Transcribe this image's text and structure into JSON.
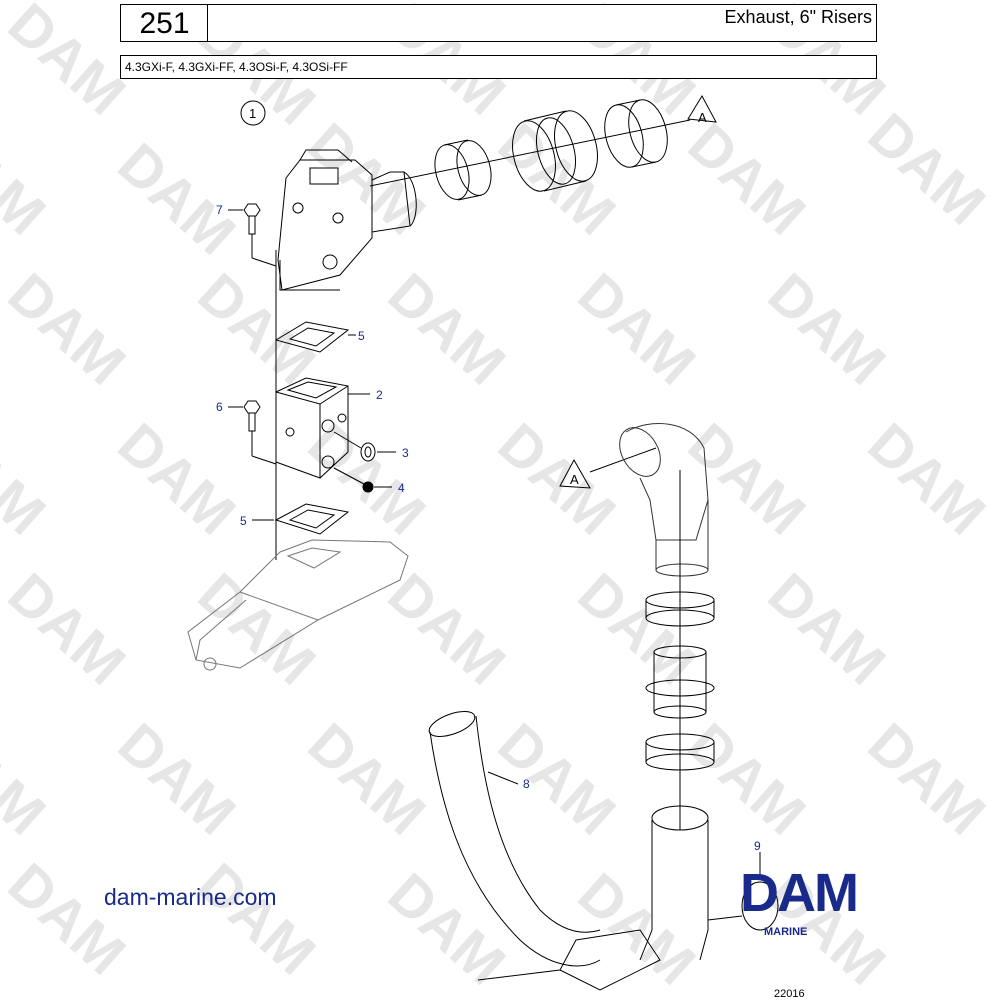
{
  "header": {
    "page_number": "251",
    "title": "Exhaust, 6\" Risers",
    "models": "4.3GXi-F, 4.3GXi-FF, 4.3OSi-F, 4.3OSi-FF"
  },
  "diagram": {
    "group_marker": "1",
    "reference_mark": "A",
    "callouts": {
      "bolt_upper": "7",
      "gasket_upper": "5",
      "riser": "2",
      "bolt_lower": "6",
      "plug_large": "3",
      "plug_small": "4",
      "gasket_lower": "5",
      "exhaust_pipe": "8",
      "clamp": "9"
    }
  },
  "footer": {
    "website": "dam-marine.com",
    "brand": "DAM",
    "brand_sub": "MARINE",
    "figure_code": "22016"
  },
  "watermark": {
    "text": "DAM"
  },
  "colors": {
    "callout": "#1a2a8a",
    "brand": "#1a2a8a",
    "watermark": "#e6e6e6",
    "line": "#000000"
  }
}
